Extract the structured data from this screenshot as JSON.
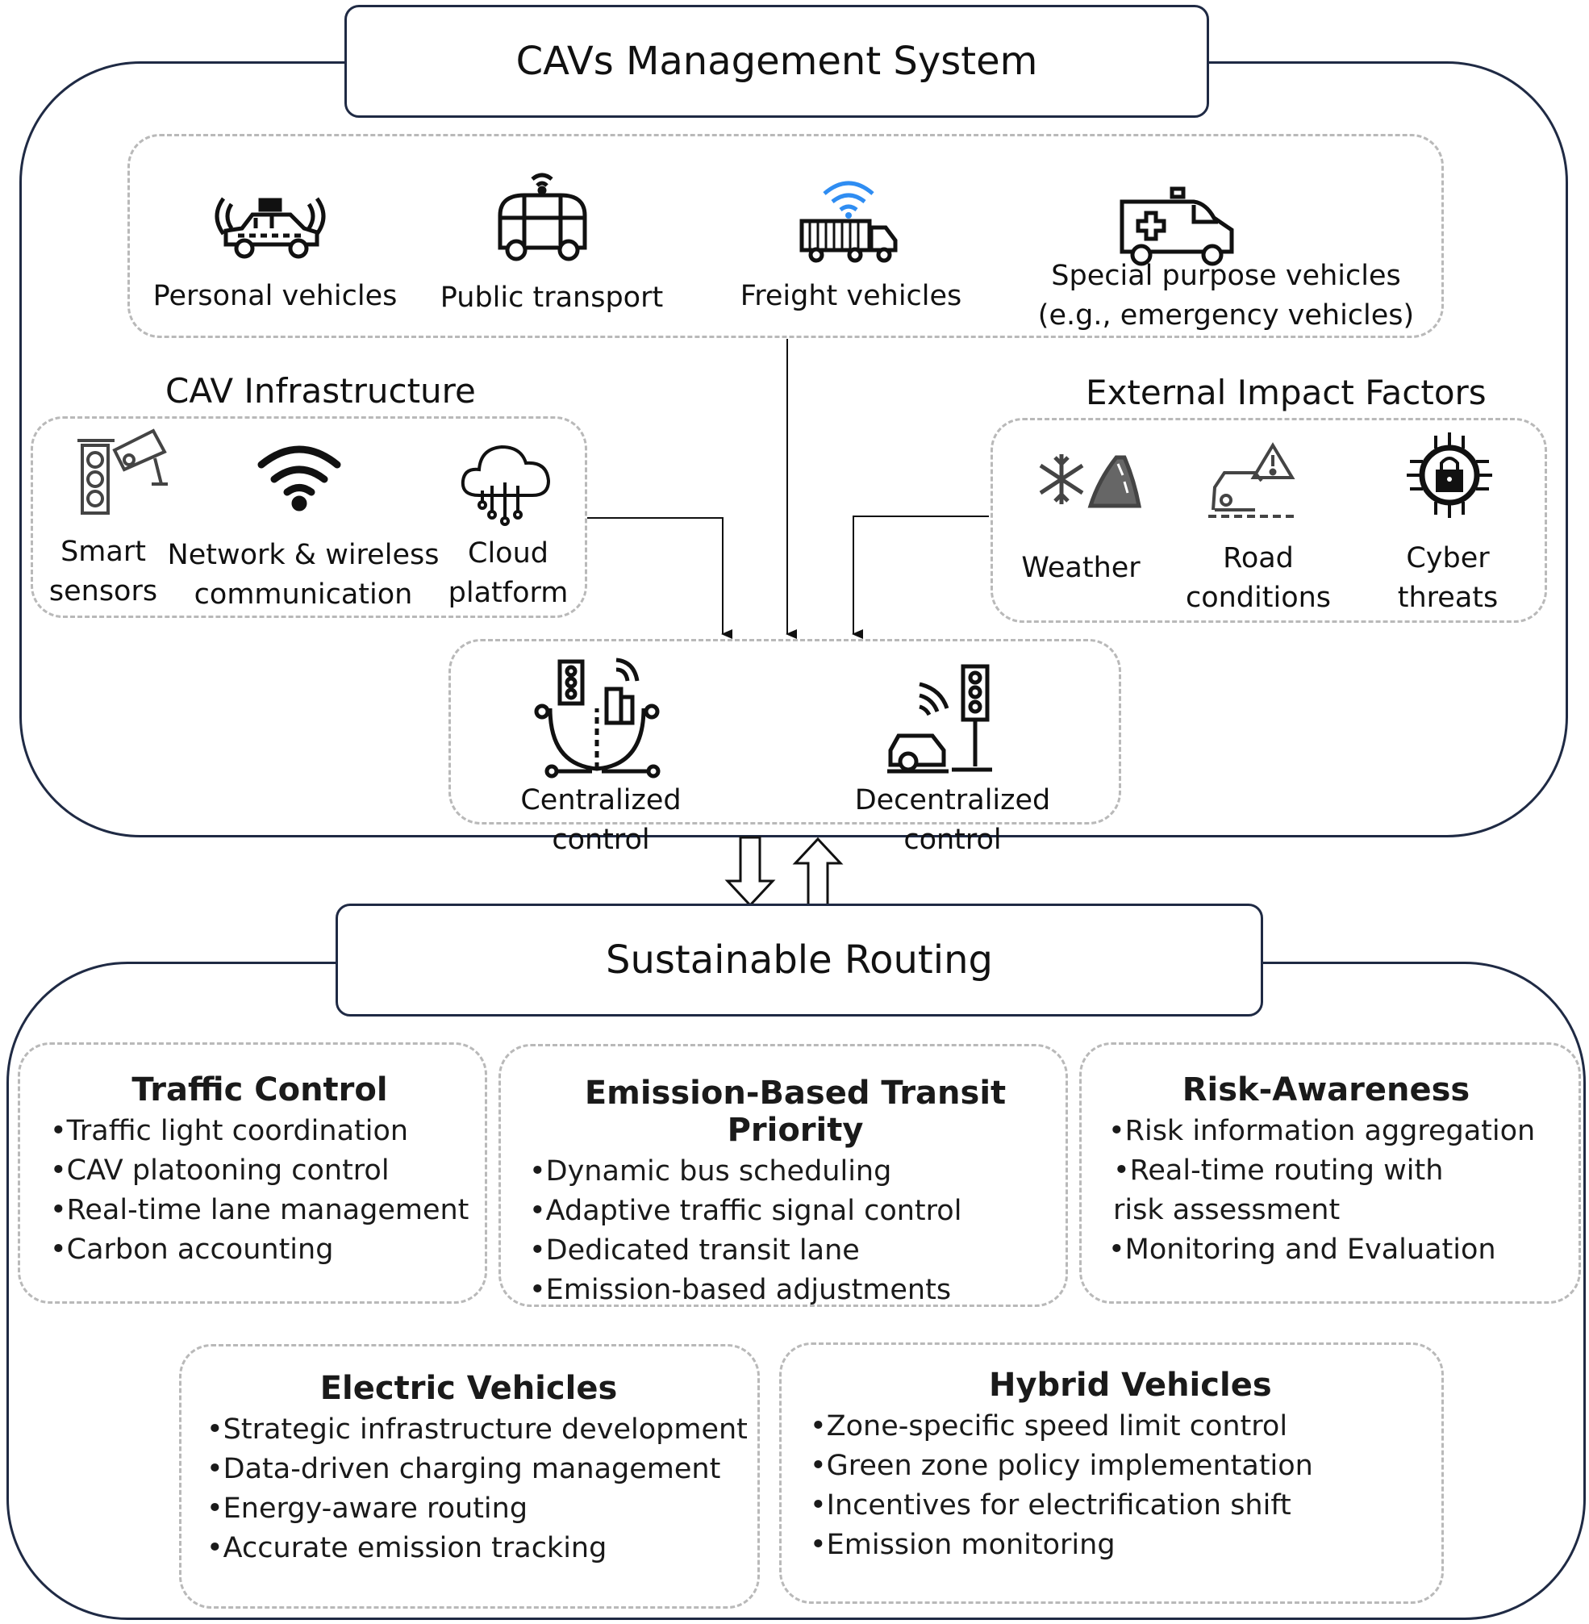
{
  "cav_system": {
    "title": "CAVs Management System",
    "vehicles": [
      {
        "label": "Personal vehicles",
        "icon": "autonomous-car-icon"
      },
      {
        "label": "Public transport",
        "icon": "autonomous-shuttle-icon"
      },
      {
        "label": "Freight vehicles",
        "icon": "freight-truck-icon"
      },
      {
        "label": "Special purpose vehicles (e.g., emergency vehicles)",
        "icon": "ambulance-icon"
      }
    ],
    "infrastructure": {
      "title": "CAV Infrastructure",
      "items": [
        {
          "label": "Smart sensors",
          "icon": "traffic-camera-icon"
        },
        {
          "label": "Network & wireless communication",
          "icon": "wifi-icon"
        },
        {
          "label": "Cloud platform",
          "icon": "cloud-icon"
        }
      ]
    },
    "external": {
      "title": "External Impact Factors",
      "items": [
        {
          "label": "Weather",
          "icon": "snow-road-icon"
        },
        {
          "label": "Road conditions",
          "icon": "car-warning-icon"
        },
        {
          "label": "Cyber threats",
          "icon": "cyber-lock-icon"
        }
      ]
    },
    "control": [
      {
        "label": "Centralized control",
        "icon": "smart-city-icon"
      },
      {
        "label": "Decentralized control",
        "icon": "car-traffic-light-icon"
      }
    ]
  },
  "routing": {
    "title": "Sustainable Routing",
    "cards": [
      {
        "title": "Traffic Control",
        "items": [
          "•Traffic light coordination",
          "•CAV platooning control",
          "•Real-time lane management",
          "•Carbon accounting"
        ]
      },
      {
        "title": "Emission-Based Transit Priority",
        "items": [
          "•Dynamic bus scheduling",
          "•Adaptive traffic signal control",
          "•Dedicated transit lane",
          "•Emission-based adjustments"
        ]
      },
      {
        "title": "Risk-Awareness",
        "items": [
          "•Risk information aggregation",
          "•Real-time routing with risk assessment",
          "•Monitoring and Evaluation"
        ]
      },
      {
        "title": "Electric Vehicles",
        "items": [
          "•Strategic infrastructure development",
          "•Data-driven charging management",
          "•Energy-aware routing",
          "•Accurate emission tracking"
        ]
      },
      {
        "title": "Hybrid Vehicles",
        "items": [
          "•Zone-specific speed limit control",
          "•Green zone policy implementation",
          "•Incentives for electrification shift",
          "•Emission monitoring"
        ]
      }
    ]
  },
  "colors": {
    "frame": "#1f2a44",
    "dashed": "#b9b9b9",
    "wifi_accent": "#2f8df2"
  }
}
